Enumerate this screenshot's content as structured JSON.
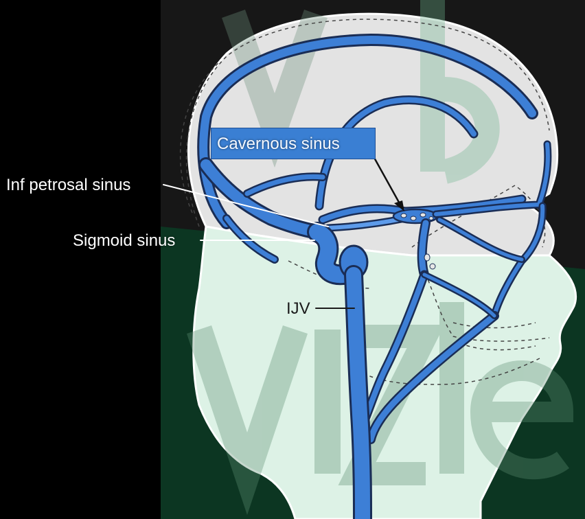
{
  "labels": {
    "cavernous_sinus": "Cavernous sinus",
    "inf_petrosal_sinus": "Inf petrosal sinus",
    "sigmoid_sinus": "Sigmoid sinus",
    "ijv": "IJV"
  },
  "watermark": {
    "text": "vizle"
  },
  "colors": {
    "background": "#000000",
    "vein_fill": "#3d7fd6",
    "vein_outline": "#1a2d55",
    "vein_highlight": "#5d9bea",
    "cranium_fill": "#e2e2e2",
    "neck_fill": "#ddf2e6",
    "head_outline": "#ffffff",
    "watermark_green": "#0c4a2e",
    "label_box": "#3a7fd3"
  }
}
